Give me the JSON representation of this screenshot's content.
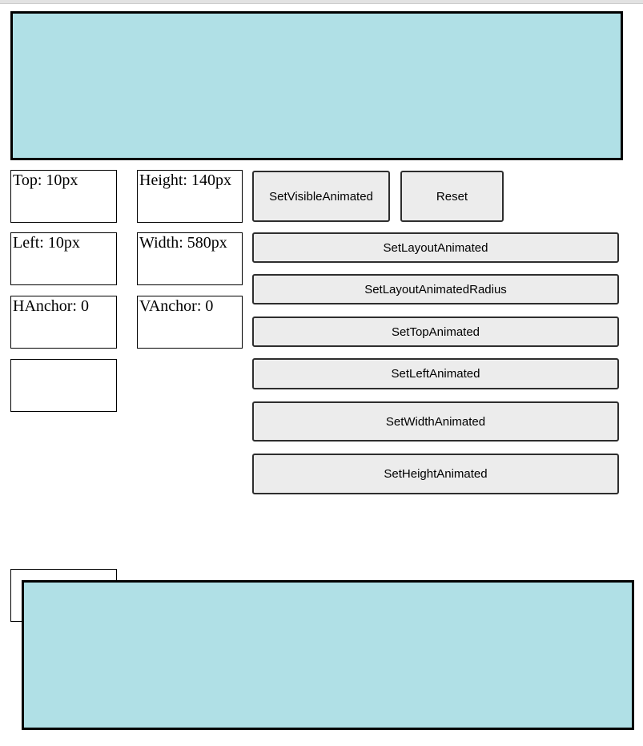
{
  "colors": {
    "panel_fill": "#b0e0e6",
    "panel_border": "#000000",
    "button_bg": "#ececec",
    "button_border": "#2e2e2e",
    "top_strip_bg": "#e2e2e2",
    "top_strip_edge": "#cdcdcd"
  },
  "fields": {
    "top": "Top: 10px",
    "height": "Height: 140px",
    "left": "Left: 10px",
    "width": "Width: 580px",
    "hanchor": "HAnchor: 0",
    "vanchor": "VAnchor: 0",
    "extra": "",
    "bottom_box": ""
  },
  "buttons": {
    "set_visible_animated": "SetVisibleAnimated",
    "reset": "Reset",
    "set_layout_animated": "SetLayoutAnimated",
    "set_layout_animated_radius": "SetLayoutAnimatedRadius",
    "set_top_animated": "SetTopAnimated",
    "set_left_animated": "SetLeftAnimated",
    "set_width_animated": "SetWidthAnimated",
    "set_height_animated": "SetHeightAnimated"
  }
}
